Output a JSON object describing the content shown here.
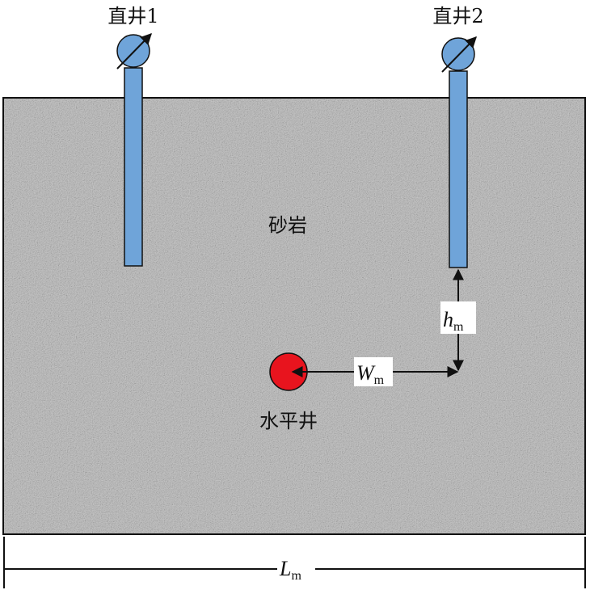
{
  "labels": {
    "well1": "直井1",
    "well2": "直井2",
    "rock": "砂岩",
    "horizontal_well": "水平井",
    "h_var": "h",
    "h_sub": "m",
    "w_var": "W",
    "w_sub": "m",
    "l_var": "L",
    "l_sub": "m"
  },
  "colors": {
    "rock_base": "#bdbdbd",
    "well_pipe": "#6fa4d9",
    "horizontal_well": "#e8141e",
    "outline": "#111111"
  }
}
